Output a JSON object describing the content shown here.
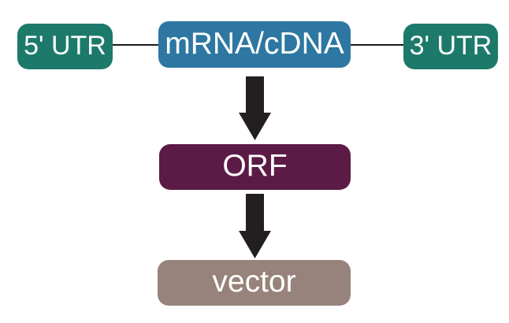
{
  "diagram": {
    "type": "flow-diagram",
    "background": "#ffffff",
    "text_color": "#ffffff",
    "nodes": {
      "utr5": {
        "label": "5' UTR",
        "color": "#1d7a6b"
      },
      "mrna": {
        "label": "mRNA/cDNA",
        "color": "#2d77a2"
      },
      "utr3": {
        "label": "3' UTR",
        "color": "#1d7a6b"
      },
      "orf": {
        "label": "ORF",
        "color": "#5b1b46"
      },
      "vector": {
        "label": "vector",
        "color": "#97837b"
      }
    },
    "edges": {
      "connector_color": "#1a1a1a",
      "arrow_color": "#231f20",
      "connectors": [
        {
          "from": "utr5",
          "to": "mrna"
        },
        {
          "from": "mrna",
          "to": "utr3"
        }
      ],
      "arrows": [
        {
          "from": "mrna",
          "to": "orf",
          "icon": "down-arrow-icon"
        },
        {
          "from": "orf",
          "to": "vector",
          "icon": "down-arrow-icon"
        }
      ]
    }
  }
}
